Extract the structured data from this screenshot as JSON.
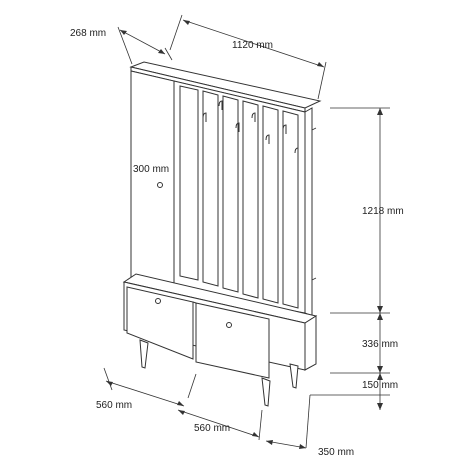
{
  "dimensions": {
    "depth_top": "268 mm",
    "width_top": "1120 mm",
    "cabinet_height": "300 mm",
    "panel_height": "1218 mm",
    "drawer_height": "336 mm",
    "leg_height": "150 mm",
    "drawer_left_width": "560 mm",
    "drawer_right_width": "560 mm",
    "base_depth": "350 mm"
  },
  "colors": {
    "line": "#333333",
    "background": "#ffffff"
  }
}
